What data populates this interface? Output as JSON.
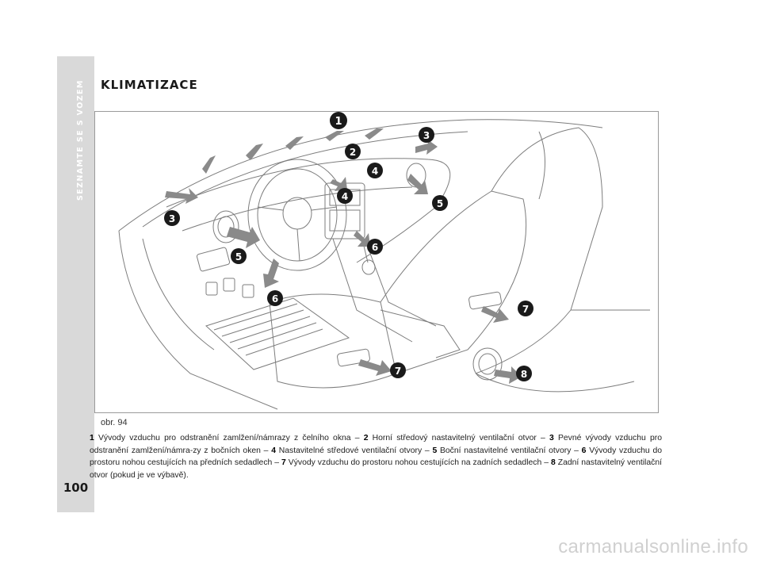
{
  "sidebar": {
    "section_title": "SEZNAMTE SE S VOZEM",
    "page_number": "100"
  },
  "page": {
    "heading": "KLIMATIZACE"
  },
  "figure": {
    "label": "obr. 94",
    "callouts": [
      {
        "number": "1"
      },
      {
        "number": "2"
      },
      {
        "number": "3"
      },
      {
        "number": "3"
      },
      {
        "number": "4"
      },
      {
        "number": "4"
      },
      {
        "number": "5"
      },
      {
        "number": "5"
      },
      {
        "number": "6"
      },
      {
        "number": "6"
      },
      {
        "number": "7"
      },
      {
        "number": "7"
      },
      {
        "number": "8"
      }
    ]
  },
  "caption": [
    {
      "num": "1",
      "text": " Vývody vzduchu pro odstranění zamlžení/námrazy z čelního okna – "
    },
    {
      "num": "2",
      "text": " Horní středový nastavitelný ventilační otvor – "
    },
    {
      "num": "3",
      "text": " Pevné vývody vzduchu pro odstranění zamlžení/námra-zy z bočních oken – "
    },
    {
      "num": "4",
      "text": " Nastavitelné středové ventilační otvory – "
    },
    {
      "num": "5",
      "text": " Boční nastavitelné ventilační otvory – "
    },
    {
      "num": "6",
      "text": " Vývody vzduchu do prostoru nohou cestujících na předních sedadlech – "
    },
    {
      "num": "7",
      "text": " Vývody vzduchu do prostoru nohou cestujících na zadních sedadlech – "
    },
    {
      "num": "8",
      "text": " Zadní nastavitelný ventilační otvor (pokud je ve výbavě)."
    }
  ],
  "watermark": "carmanualsonline.info",
  "colors": {
    "sidebar": "#d9d9d9",
    "callout": "#1a1a1a",
    "arrow": "#8a8a8a"
  }
}
